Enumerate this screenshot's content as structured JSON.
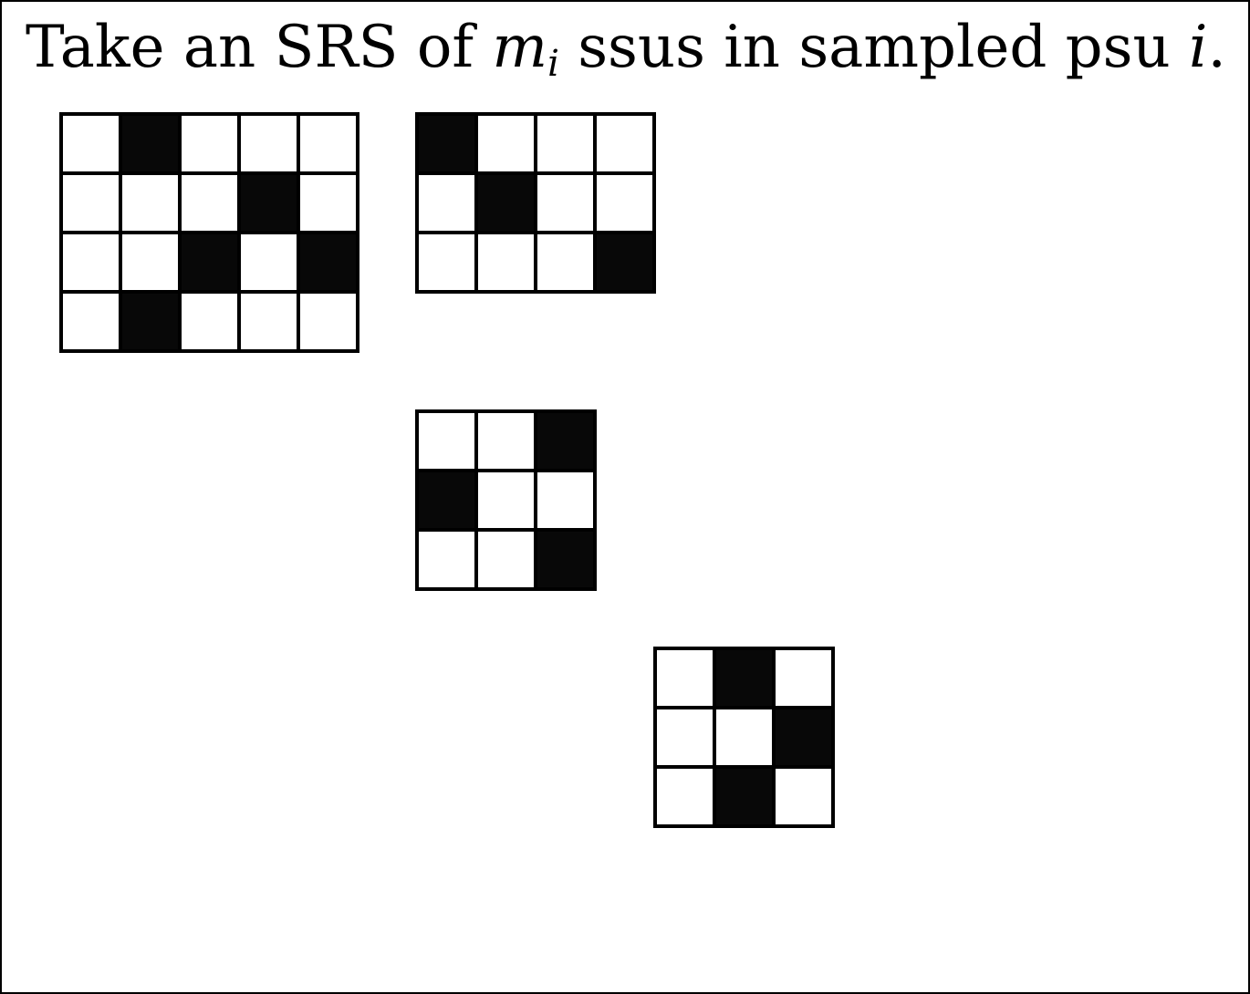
{
  "caption": {
    "prefix": "Take an SRS of ",
    "var": "m",
    "var_sub": "i",
    "middle": " ssus in sampled psu ",
    "index": "i",
    "suffix": "."
  },
  "colors": {
    "selected": "#080808",
    "unselected": "#ffffff",
    "border": "#000000"
  },
  "psus": [
    {
      "id": "psu-1",
      "rows": 4,
      "cols": 5,
      "cells": [
        [
          0,
          1,
          0,
          0,
          0
        ],
        [
          0,
          0,
          0,
          1,
          0
        ],
        [
          0,
          0,
          1,
          0,
          1
        ],
        [
          0,
          1,
          0,
          0,
          0
        ]
      ]
    },
    {
      "id": "psu-2",
      "rows": 3,
      "cols": 4,
      "cells": [
        [
          1,
          0,
          0,
          0
        ],
        [
          0,
          1,
          0,
          0
        ],
        [
          0,
          0,
          0,
          1
        ]
      ]
    },
    {
      "id": "psu-3",
      "rows": 3,
      "cols": 3,
      "cells": [
        [
          0,
          0,
          1
        ],
        [
          1,
          0,
          0
        ],
        [
          0,
          0,
          1
        ]
      ]
    },
    {
      "id": "psu-4",
      "rows": 3,
      "cols": 3,
      "cells": [
        [
          0,
          1,
          0
        ],
        [
          0,
          0,
          1
        ],
        [
          0,
          1,
          0
        ]
      ]
    }
  ]
}
